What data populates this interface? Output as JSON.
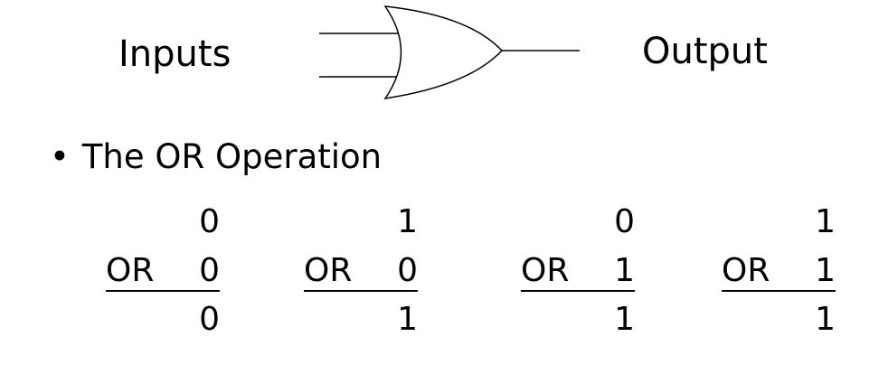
{
  "labels": {
    "inputs": "Inputs",
    "output": "Output"
  },
  "bullet": {
    "symbol": "•",
    "text": "The OR Operation"
  },
  "operations": [
    {
      "a": "0",
      "op": "OR",
      "b": "0",
      "result": "0"
    },
    {
      "a": "1",
      "op": "OR",
      "b": "0",
      "result": "1"
    },
    {
      "a": "0",
      "op": "OR",
      "b": "1",
      "result": "1"
    },
    {
      "a": "1",
      "op": "OR",
      "b": "1",
      "result": "1"
    }
  ],
  "gate": {
    "type": "or-gate-icon",
    "stroke_color": "#000000"
  }
}
